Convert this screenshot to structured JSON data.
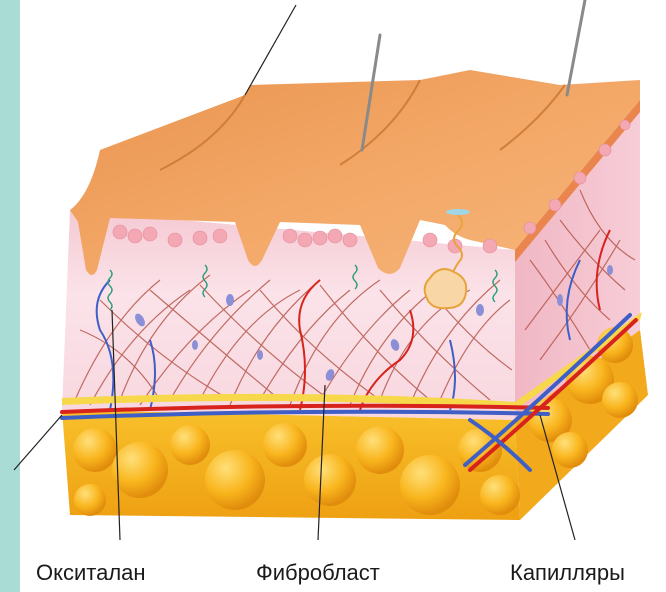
{
  "labels": {
    "oxytalan": "Окситалан",
    "fibroblast": "Фибробласт",
    "capillaries": "Капилляры"
  },
  "colors": {
    "sidebar": "#a9dcd5",
    "epidermis_top": "#f2a35c",
    "epidermis_dark": "#d88740",
    "dermis": "#f9dde4",
    "dermis_edge": "#f3b9c4",
    "fat": "#f7b31b",
    "fat_dark": "#e69a10",
    "artery": "#d8231c",
    "vein": "#3f5fc6",
    "collagen": "#b94a3c"
  }
}
